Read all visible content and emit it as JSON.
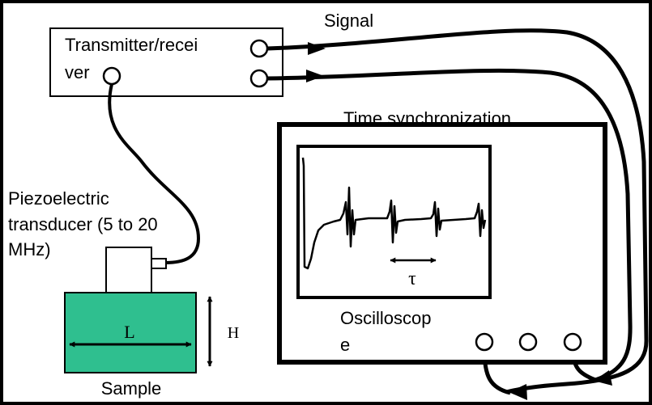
{
  "transmitter": {
    "label_line1": "Transmitter/recei",
    "label_line2": "ver"
  },
  "signal_label": "Signal",
  "sync_label": "Time synchronization",
  "transducer": {
    "line1": "Piezoelectric",
    "line2": "transducer (5 to 20",
    "line3": "MHz)"
  },
  "sample": {
    "label": "Sample",
    "length_label": "L",
    "height_label": "H",
    "color": "#2fbf8f"
  },
  "oscilloscope": {
    "line1": "Oscilloscop",
    "line2": "e",
    "tau_label": "τ"
  }
}
